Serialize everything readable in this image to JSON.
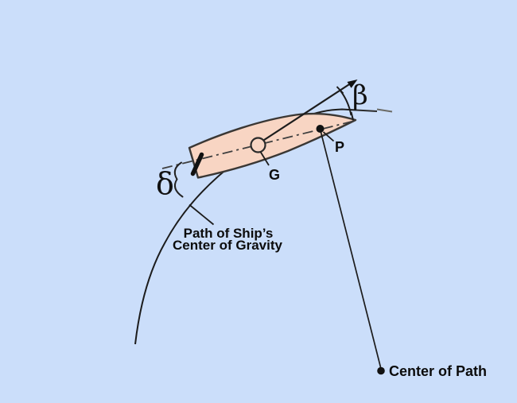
{
  "diagram": {
    "title": "Ship turning geometry diagram",
    "labels": {
      "beta": "β",
      "delta": "δ",
      "g_point": "G",
      "p_point": "P",
      "path_caption_line1": "Path of Ship’s",
      "path_caption_line2": "Center of Gravity",
      "center_of_path": "Center of Path"
    },
    "colors": {
      "background": "#cbdefa",
      "hull_fill": "#f8d5c3",
      "hull_outline": "#3a3734",
      "line": "#1c1c1c",
      "dashdot_line": "#3f3f3f",
      "faded_path_segment": "#6b6b66",
      "text": "#0c0c0c"
    }
  }
}
